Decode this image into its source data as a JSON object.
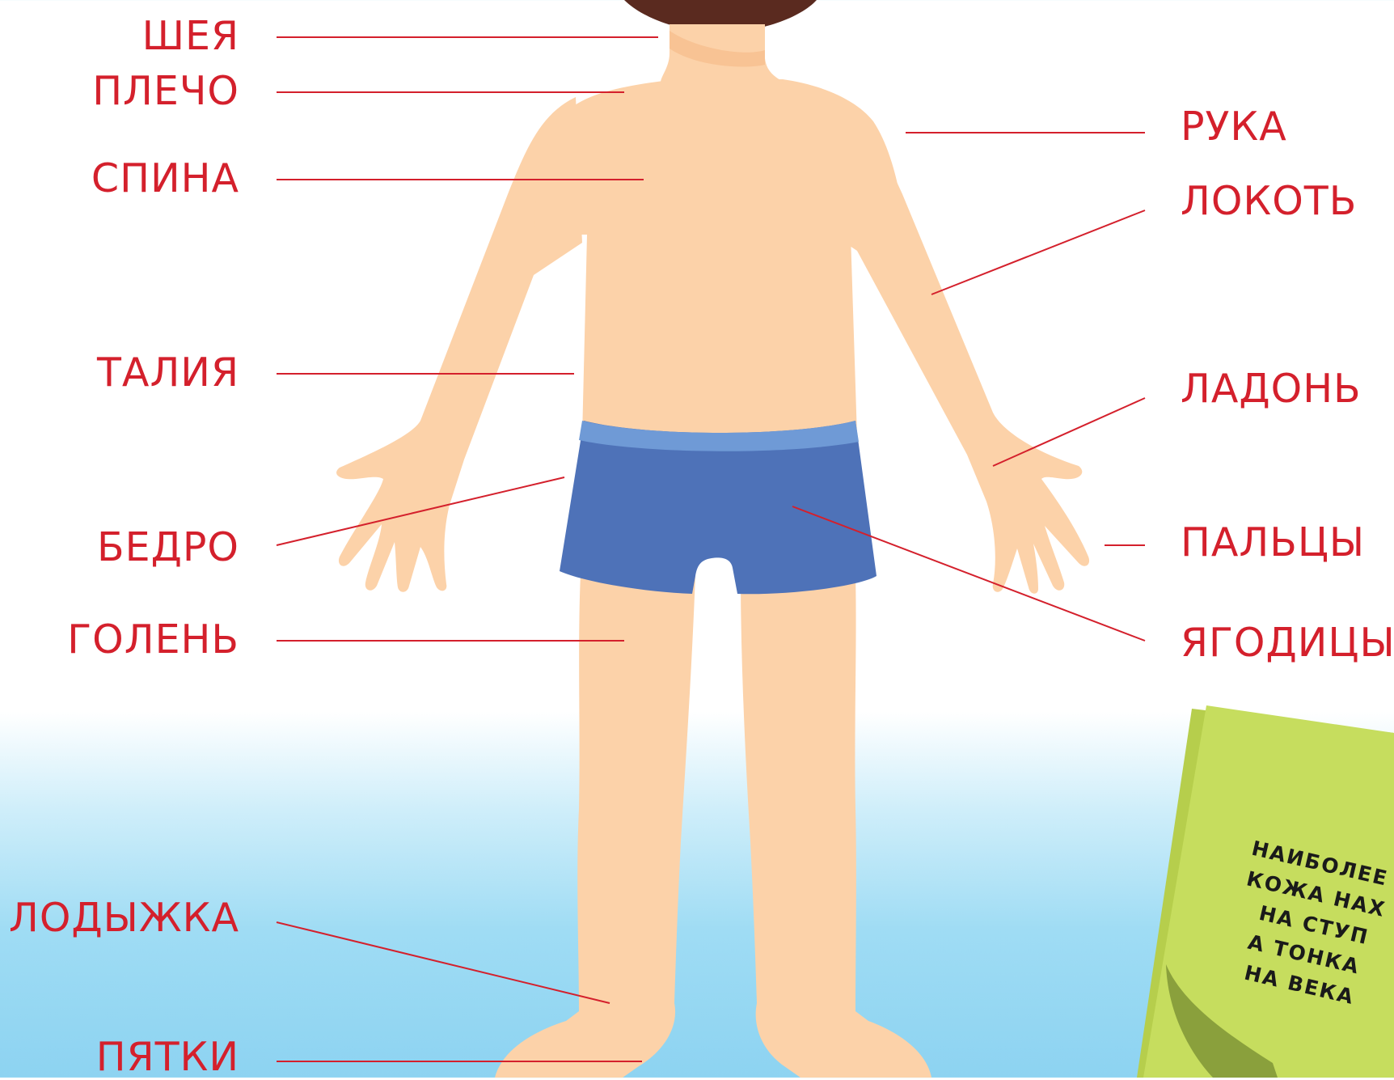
{
  "labels_left": [
    {
      "key": "neck",
      "text": "ШЕЯ"
    },
    {
      "key": "shoulder",
      "text": "ПЛЕЧО"
    },
    {
      "key": "back",
      "text": "СПИНА"
    },
    {
      "key": "waist",
      "text": "ТАЛИЯ"
    },
    {
      "key": "thigh",
      "text": "БЕДРО"
    },
    {
      "key": "shin",
      "text": "ГОЛЕНЬ"
    },
    {
      "key": "ankle",
      "text": "ЛОДЫЖКА"
    },
    {
      "key": "heels",
      "text": "ПЯТКИ"
    }
  ],
  "labels_right": [
    {
      "key": "arm",
      "text": "РУКА"
    },
    {
      "key": "elbow",
      "text": "ЛОКОТЬ"
    },
    {
      "key": "palm",
      "text": "ЛАДОНЬ"
    },
    {
      "key": "fingers",
      "text": "ПАЛЬЦЫ"
    },
    {
      "key": "buttocks",
      "text": "ЯГОДИЦЫ"
    }
  ],
  "note": {
    "lines": [
      "НАИБОЛЕЕ",
      "КОЖА НАХ",
      "НА СТУП",
      "А ТОНКА",
      "НА ВЕКА"
    ]
  },
  "colors": {
    "label_red": "#d4202c",
    "skin": "#fcd2a9",
    "skin_shadow": "#f8c394",
    "hair": "#5a2a1f",
    "shorts": "#4e72b8",
    "waistband": "#6f9ad6",
    "note_paper": "#c6dd5e",
    "note_curl": "#8aa03c"
  }
}
